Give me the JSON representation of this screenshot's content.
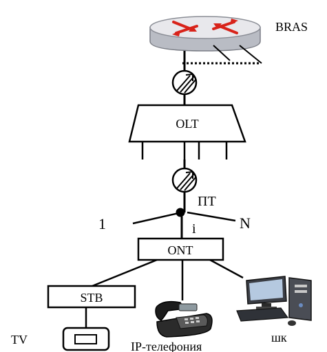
{
  "labels": {
    "bras": "BRAS",
    "olt": "OLT",
    "splitter": "ПТ",
    "port_1": "1",
    "port_i": "i",
    "port_n": "N",
    "ont": "ONT",
    "stb": "STB",
    "tv": "TV",
    "ip_phone": "IP-телефония",
    "pc": "шк"
  },
  "colors": {
    "line": "#000000",
    "router_top": "#e8e8ec",
    "router_body": "#b9bcc4",
    "router_arrows": "#d8231a"
  },
  "icons": {
    "router": "router-icon",
    "amplifier": "optical-amplifier-icon",
    "phone": "telephone-icon",
    "computer": "desktop-computer-icon"
  }
}
